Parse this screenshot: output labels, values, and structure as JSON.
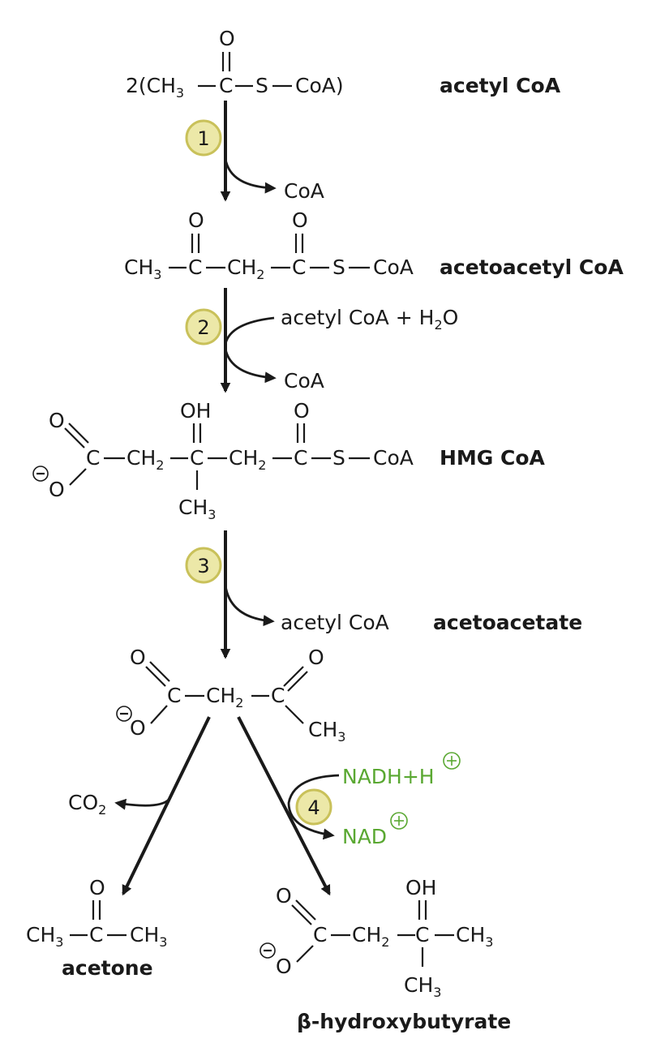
{
  "names": {
    "acetyl_coa": "acetyl CoA",
    "acetoacetyl_coa": "acetoacetyl CoA",
    "hmg_coa": "HMG CoA",
    "acetoacetate": "acetoacetate",
    "acetone": "acetone",
    "hydroxybutyrate": "β-hydroxybutyrate"
  },
  "steps": [
    "1",
    "2",
    "3",
    "4"
  ],
  "side_labels": {
    "step1_out": "CoA",
    "step2_in": "acetyl CoA + H",
    "step2_in_sub": "2",
    "step2_in_tail": "O",
    "step2_out": "CoA",
    "step3_out": "acetyl CoA",
    "co2": "CO",
    "co2_sub": "2",
    "nadh": "NADH+H",
    "nad": "NAD"
  },
  "atoms": {
    "O": "O",
    "OH": "OH",
    "C": "C",
    "S": "S",
    "CoA": "CoA",
    "CH": "CH",
    "sub2": "2",
    "sub3": "3",
    "acetyl_prefix": "2(CH",
    "acetyl_suffix": "CoA)"
  },
  "colors": {
    "nad_green": "#5aa832",
    "step_fill": "#ece8a8",
    "step_stroke": "#c9c15a"
  }
}
